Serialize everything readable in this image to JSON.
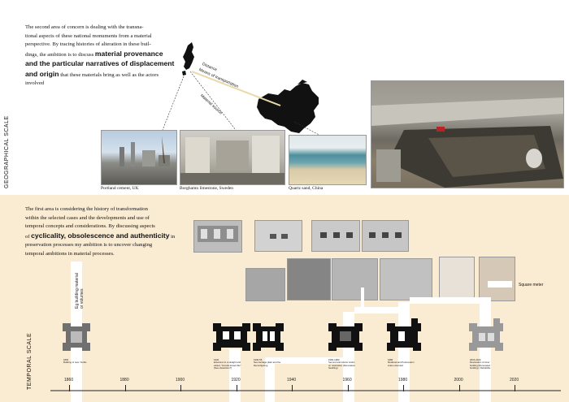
{
  "geo": {
    "scale_label": "GEOGRAPHICAL SCALE",
    "para_lines": [
      [
        {
          "t": "The second area of concern is dealing with the transna-",
          "b": false
        }
      ],
      [
        {
          "t": "tional aspects of these national monuments from a material",
          "b": false
        }
      ],
      [
        {
          "t": "perspective. By tracing histories of alteration in these buil-",
          "b": false
        }
      ],
      [
        {
          "t": "dings, the ambition is to discuss ",
          "b": false
        },
        {
          "t": "material provenance",
          "b": true
        }
      ],
      [
        {
          "t": "and the particular narratives of displacement",
          "b": true
        }
      ],
      [
        {
          "t": "and origin",
          "b": true
        },
        {
          "t": " that these materials bring as well as the actors",
          "b": false
        }
      ],
      [
        {
          "t": "involved",
          "b": false
        }
      ]
    ],
    "map_labels": {
      "distance": "Distance",
      "means": "Means of transportation",
      "material": "Material source"
    },
    "photos": [
      {
        "caption": "Portland cement, UK"
      },
      {
        "caption": "Borghamn limestone, Sweden"
      },
      {
        "caption": "Quartz sand, China"
      }
    ]
  },
  "temporal": {
    "scale_label": "TEMPORAL SCALE",
    "para_lines": [
      [
        {
          "t": "The first area is considering the history of transformation",
          "b": false
        }
      ],
      [
        {
          "t": "within the selected cases and the developments and use of",
          "b": false
        }
      ],
      [
        {
          "t": "temporal concepts and considerations. By discussing aspects",
          "b": false
        }
      ],
      [
        {
          "t": "of ",
          "b": false
        },
        {
          "t": "cyclicality, obsolescence and authenticity",
          "b": true
        },
        {
          "t": " in",
          "b": false
        }
      ],
      [
        {
          "t": "preservation processes my ambition is to uncover changing",
          "b": false
        }
      ],
      [
        {
          "t": "temporal ambitions in material processes.",
          "b": false
        }
      ]
    ],
    "vlabel_line1": "Eg building material",
    "vlabel_line2": "or volumes",
    "square_meter": "Square meter",
    "timeline": [
      "1860",
      "1880",
      "1900",
      "1920",
      "1940",
      "1960",
      "1980",
      "2000",
      "2020"
    ],
    "notes": [
      {
        "year": "1866",
        "text": "Building of new / Nobis"
      },
      {
        "year": "1920",
        "text": "Extension in a straight and edited, \"Grands Ensemble\" (Neo-classicism?)"
      },
      {
        "year": "1930-55",
        "text": "Neo-heritage plant and the Reconfiguring"
      },
      {
        "year": "1960-1980",
        "text": "Second and interior works on restoration (Renovation handling)"
      },
      {
        "year": "1986",
        "text": "Medieval and Postmodern scale extended"
      },
      {
        "year": "2015-2020",
        "text": "Restoration of inner building (Renovated building) / Rehabilite"
      }
    ]
  }
}
